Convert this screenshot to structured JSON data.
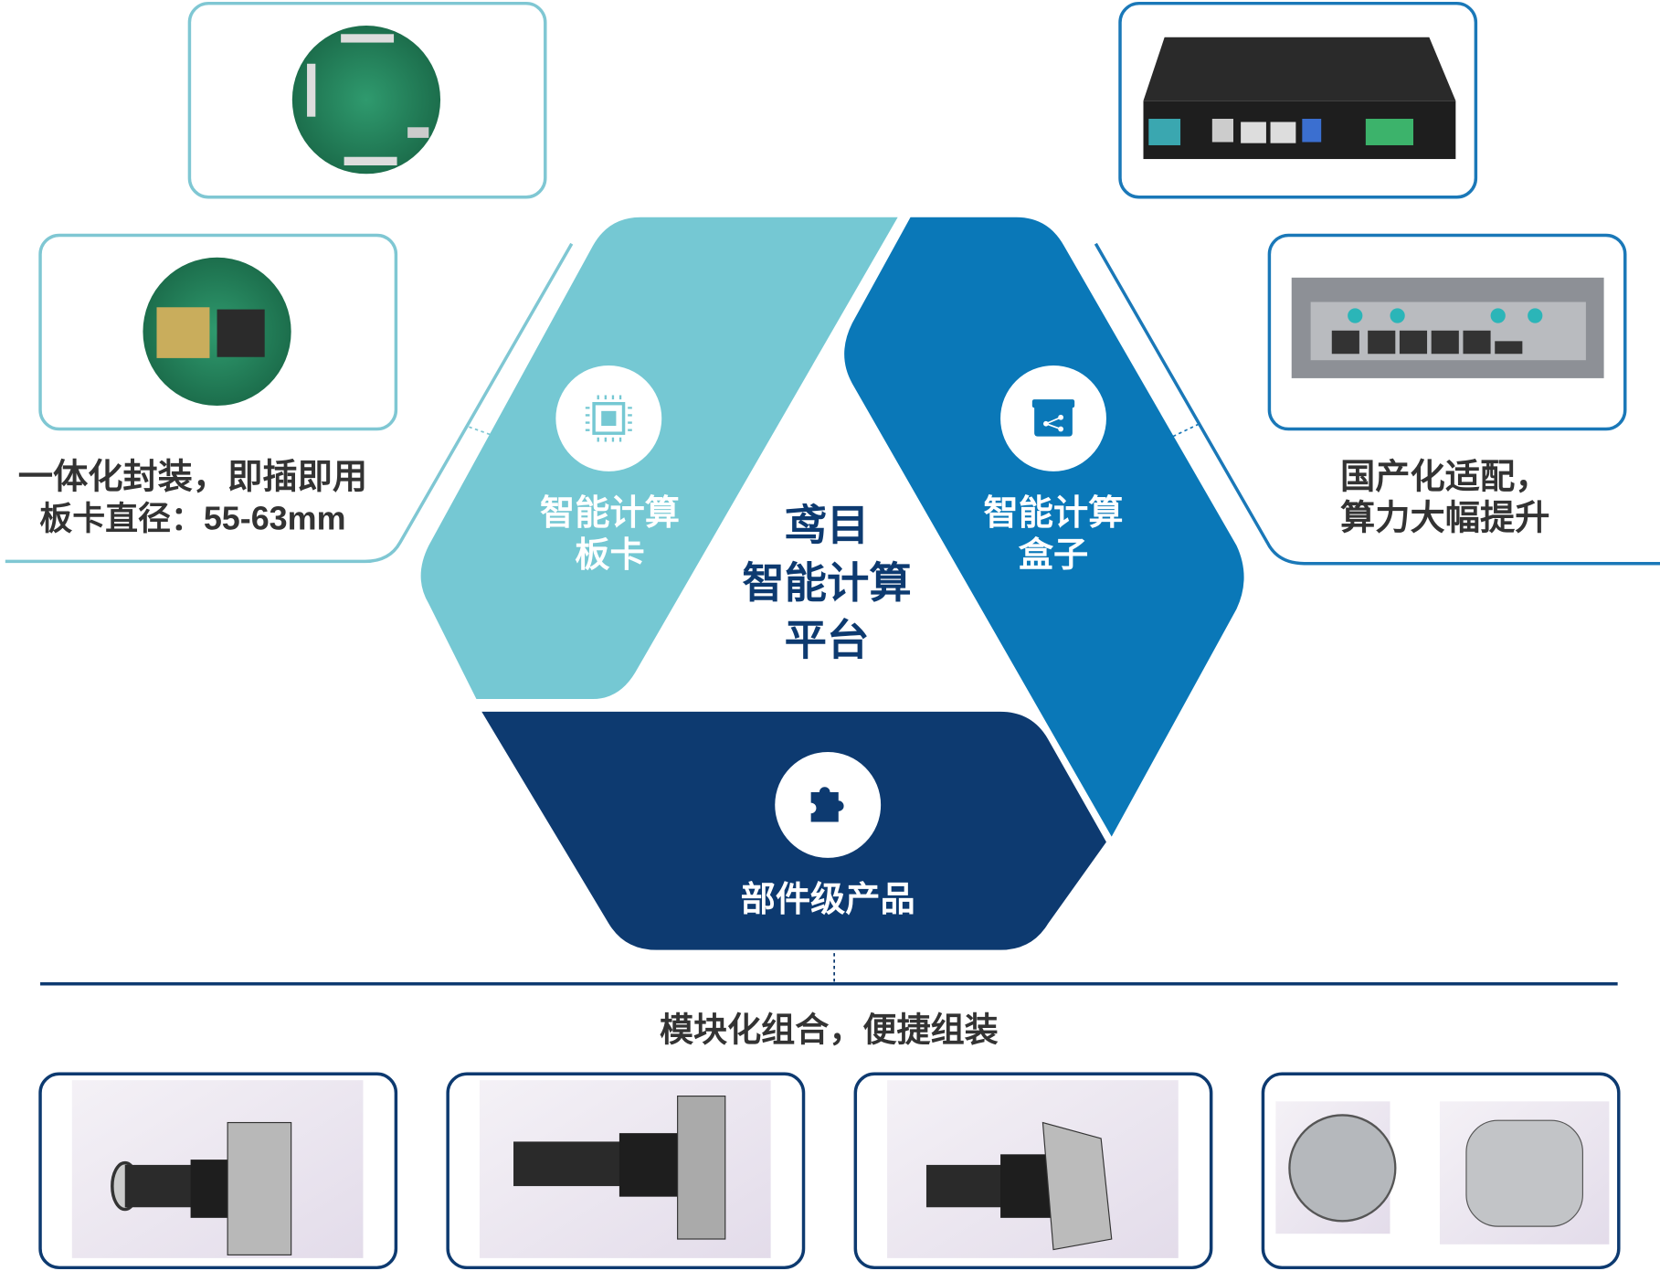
{
  "center_title": {
    "line1": "鸢目",
    "line2": "智能计算",
    "line3": "平台"
  },
  "segments": [
    {
      "line1": "智能计算",
      "line2": "板卡",
      "icon": "chip-icon",
      "color": "#75c8d3"
    },
    {
      "line1": "智能计算",
      "line2": "盒子",
      "icon": "box-icon",
      "color": "#0a78b8"
    },
    {
      "line1": "部件级产品",
      "icon": "puzzle-icon",
      "color": "#0d3a70"
    }
  ],
  "left_caption": {
    "line1": "一体化封装，即插即用",
    "line2": "板卡直径：55-63mm"
  },
  "right_caption": {
    "line1": "国产化适配，",
    "line2": "算力大幅提升"
  },
  "bottom_caption": "模块化组合，便捷组装",
  "colors": {
    "teal": "#75c8d3",
    "blue": "#0a78b8",
    "navy": "#0d3a70",
    "text": "#333333"
  }
}
